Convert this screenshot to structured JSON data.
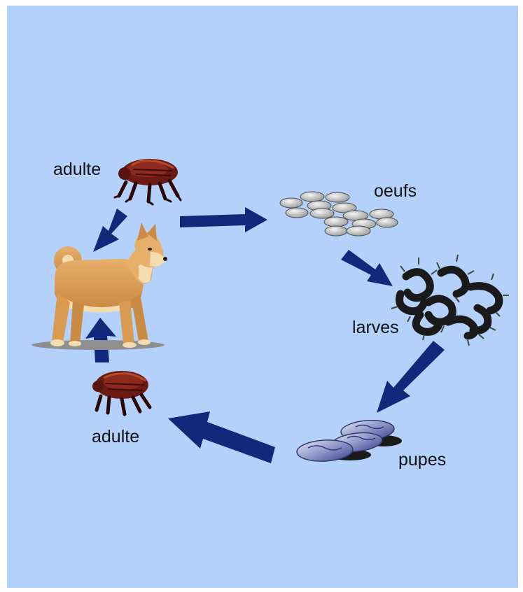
{
  "diagram": {
    "background_color": "#b3d1fb",
    "arrow_color": "#12287a",
    "stages": {
      "adult_top": "adulte",
      "eggs": "oeufs",
      "larvae": "larves",
      "pupae": "pupes",
      "adult_bottom": "adulte"
    },
    "icons": {
      "flea_top": "flea-icon",
      "flea_bottom": "flea-icon",
      "dog": "dog-icon",
      "eggs": "eggs-icon",
      "larvae": "larvae-icon",
      "pupae": "pupae-icon"
    }
  }
}
